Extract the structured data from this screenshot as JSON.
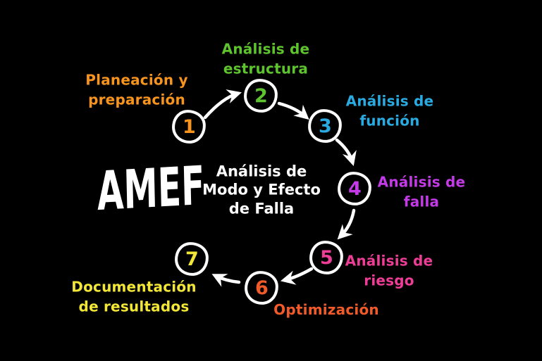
{
  "diagram": {
    "background_color": "#000000",
    "stroke_color": "#ffffff",
    "center": {
      "acronym": "AMEF",
      "subtitle": "Análisis de\nModo y Efecto\nde Falla",
      "text_color": "#ffffff"
    },
    "steps": [
      {
        "number": "1",
        "label": "Planeación y\npreparación",
        "color": "#f7941e"
      },
      {
        "number": "2",
        "label": "Análisis de\nestructura",
        "color": "#5ec42e"
      },
      {
        "number": "3",
        "label": "Análisis de\nfunción",
        "color": "#29abe2"
      },
      {
        "number": "4",
        "label": "Análisis de\nfalla",
        "color": "#c53ae8"
      },
      {
        "number": "5",
        "label": "Análisis de\nriesgo",
        "color": "#ee3d96"
      },
      {
        "number": "6",
        "label": "Optimización",
        "color": "#f15a29"
      },
      {
        "number": "7",
        "label": "Documentación\nde resultados",
        "color": "#f2e636"
      }
    ]
  }
}
